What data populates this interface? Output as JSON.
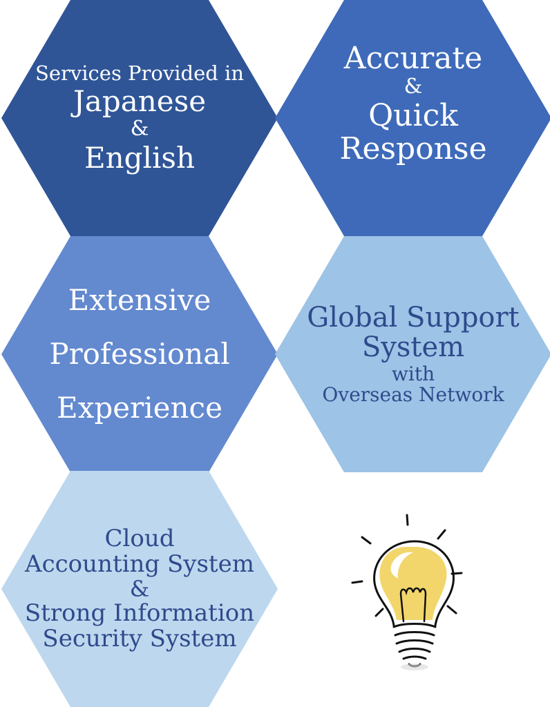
{
  "hexagons": [
    {
      "lines": [
        "Services Provided in",
        "Japanese",
        "&",
        "English"
      ],
      "color": "#2f5597"
    },
    {
      "lines": [
        "Accurate",
        "&",
        "Quick",
        "Response"
      ],
      "color": "#3e6ab9"
    },
    {
      "lines": [
        "Extensive",
        "Professional",
        "Experience"
      ],
      "color": "#6389cf"
    },
    {
      "lines": [
        "Global Support",
        "System",
        "with",
        "Overseas Network"
      ],
      "color": "#9dc3e6"
    },
    {
      "lines": [
        "Cloud",
        "Accounting System",
        "&",
        "Strong Information",
        "Security System"
      ],
      "color": "#bdd7ee"
    }
  ],
  "illustration": {
    "icon": "lightbulb-icon",
    "bulb_color": "#f2d66b"
  }
}
